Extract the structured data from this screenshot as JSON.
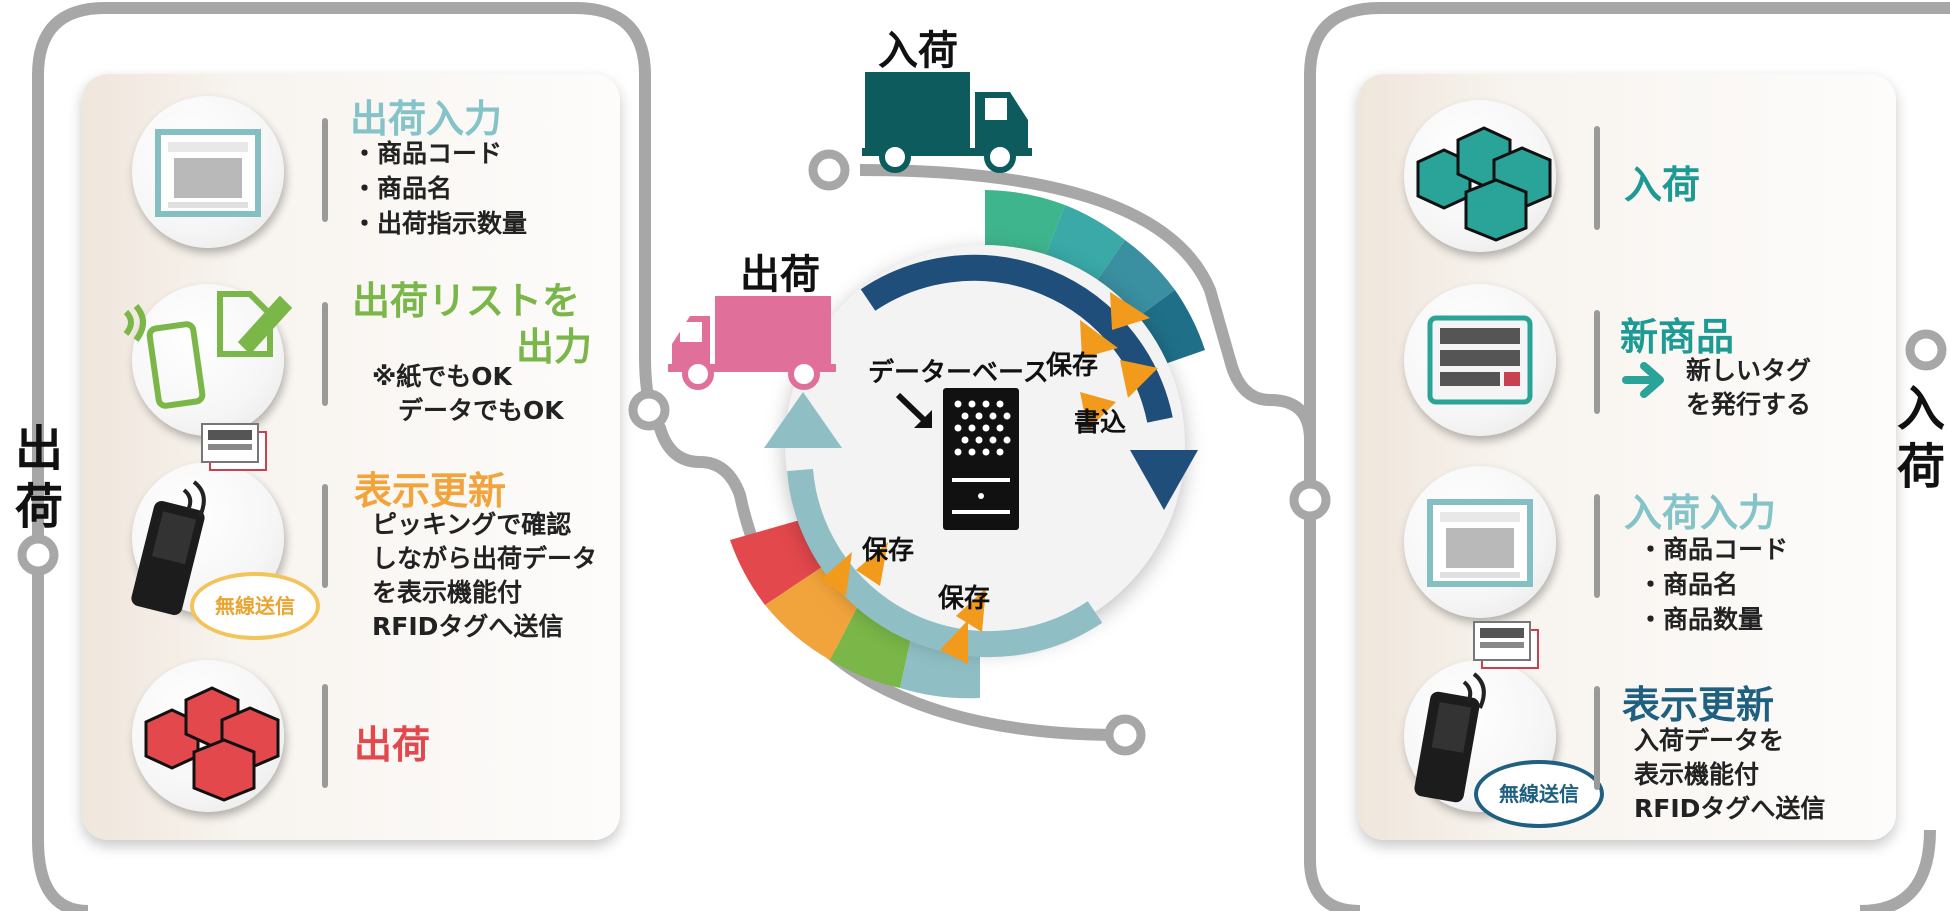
{
  "side_labels": {
    "left": "出荷",
    "right": "入荷"
  },
  "left_steps": [
    {
      "title": "出荷入力",
      "items": [
        "商品コード",
        "商品名",
        "出荷指示数量"
      ]
    },
    {
      "title_line1": "出荷リストを",
      "title_line2": "出力",
      "notes": [
        "※紙でもOK",
        "データでもOK"
      ]
    },
    {
      "title": "表示更新",
      "lines": [
        "ピッキングで確認",
        "しながら出荷データ",
        "を表示機能付",
        "RFIDタグへ送信"
      ],
      "bubble": "無線送信"
    },
    {
      "title": "出荷"
    }
  ],
  "right_steps": [
    {
      "title": "入荷"
    },
    {
      "title": "新商品",
      "lines": [
        "新しいタグ",
        "を発行する"
      ]
    },
    {
      "title": "入荷入力",
      "items": [
        "商品コード",
        "商品名",
        "商品数量"
      ]
    },
    {
      "title": "表示更新",
      "lines": [
        "入荷データを",
        "表示機能付",
        "RFIDタグへ送信"
      ],
      "bubble": "無線送信"
    }
  ],
  "center": {
    "truck_in_label": "入荷",
    "truck_out_label": "出荷",
    "database_label": "データーベース",
    "tags": {
      "save_top": "保存",
      "write": "書込",
      "save_left": "保存",
      "save_bottom": "保存"
    }
  },
  "colors": {
    "accent_teal": "#2aa398",
    "accent_blue": "#1f4e7a",
    "light_teal": "#8fbec4",
    "ship_pink": "#e0709a",
    "receive_truck": "#0e5b5e",
    "green": "#7ab648",
    "orange": "#f2a43c",
    "red": "#e2484c",
    "title_teal_light": "#84c3c7",
    "title_teal": "#1e9a94"
  },
  "icons": [
    "truck-icon",
    "database-server-icon",
    "box-stack-icon",
    "smartphone-icon",
    "document-pen-icon",
    "handheld-terminal-icon",
    "rfid-tag-icon",
    "pc-screen-icon",
    "arrow-right-icon"
  ]
}
